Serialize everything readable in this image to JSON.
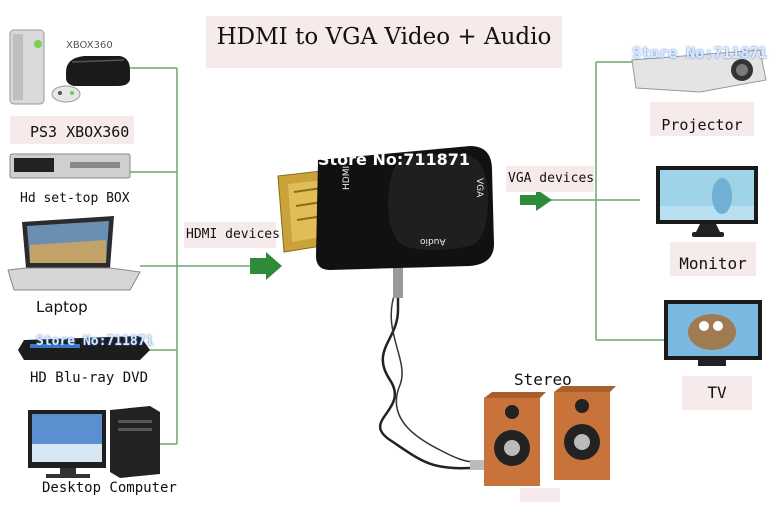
{
  "title": "HDMI to VGA Video + Audio",
  "watermark": "Store No:711871",
  "adapter": {
    "store_label": "Store No:711871",
    "hdmi_port_label": "HDMI",
    "vga_port_label": "VGA",
    "audio_port_label": "Audio"
  },
  "sources": {
    "ps3_xbox": "PS3 XBOX360",
    "xbox_logo": "XBOX360",
    "settop": "Hd set-top BOX",
    "laptop": "Laptop",
    "bluray": "HD Blu-ray DVD",
    "desktop": "Desktop Computer"
  },
  "connections": {
    "hdmi_devices": "HDMI devices",
    "vga_devices": "VGA devices"
  },
  "outputs": {
    "projector": "Projector",
    "monitor": "Monitor",
    "tv": "TV",
    "stereo": "Stereo"
  },
  "colors": {
    "line": "#6aa872",
    "arrow": "#2e8b3a",
    "label_bg": "#f7eaea",
    "adapter": "#111111",
    "gold": "#c9a23a",
    "speaker": "#c8733a"
  }
}
